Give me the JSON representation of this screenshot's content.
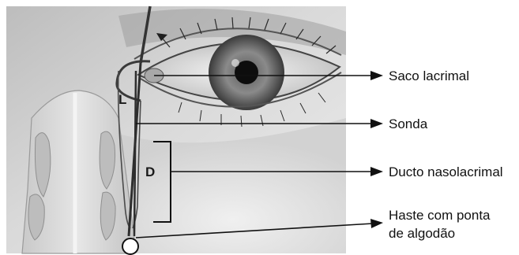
{
  "diagram": {
    "markers": {
      "upper_canal_letter": "L",
      "duct_letter": "D"
    },
    "labels": [
      {
        "id": "saco",
        "lines": [
          "Saco lacrimal"
        ]
      },
      {
        "id": "sonda",
        "lines": [
          "Sonda"
        ]
      },
      {
        "id": "ducto",
        "lines": [
          "Ducto nasolacrimal"
        ]
      },
      {
        "id": "haste",
        "lines": [
          "Haste com ponta",
          "de algodão"
        ]
      }
    ]
  }
}
